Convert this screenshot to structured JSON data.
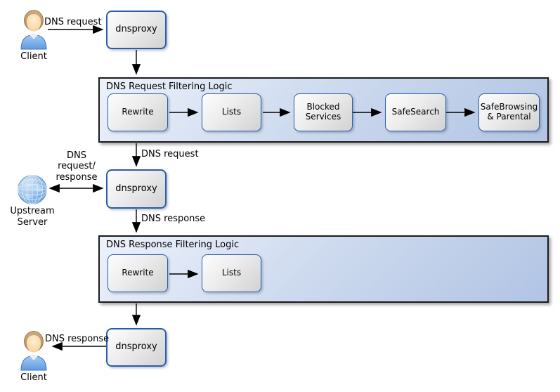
{
  "diagram": {
    "client_top": {
      "label": "Client"
    },
    "client_bottom": {
      "label": "Client"
    },
    "upstream_server": {
      "label": "Upstream\nServer"
    },
    "proxy_top": {
      "label": "dnsproxy"
    },
    "proxy_middle": {
      "label": "dnsproxy"
    },
    "proxy_bottom": {
      "label": "dnsproxy"
    },
    "request_pipeline": {
      "title": "DNS Request Filtering Logic",
      "steps": [
        "Rewrite",
        "Lists",
        "Blocked Services",
        "SafeSearch",
        "SafeBrowsing & Parental"
      ]
    },
    "response_pipeline": {
      "title": "DNS Response Filtering Logic",
      "steps": [
        "Rewrite",
        "Lists"
      ]
    },
    "edge_labels": {
      "client_to_proxy": "DNS request",
      "pipeline_to_proxy": "DNS request",
      "upstream_exchange": "DNS\nrequest/\nresponse",
      "proxy_to_response_pipeline": "DNS response",
      "proxy_to_client": "DNS response"
    },
    "icons": {
      "client_top": "person-icon",
      "upstream": "globe-icon",
      "client_bottom": "person-icon"
    },
    "colors": {
      "node_border": "#2a5da8",
      "node_fill_light": "#fdfdfd",
      "node_fill_dark": "#d2d2d2",
      "container_border": "#1b1b1b",
      "container_fill_light": "#edf2fb",
      "container_fill_dark": "#b1c4e4",
      "arrow": "#000000",
      "person_shirt": "#5f9adf",
      "globe_blue": "#5e93cf"
    }
  }
}
